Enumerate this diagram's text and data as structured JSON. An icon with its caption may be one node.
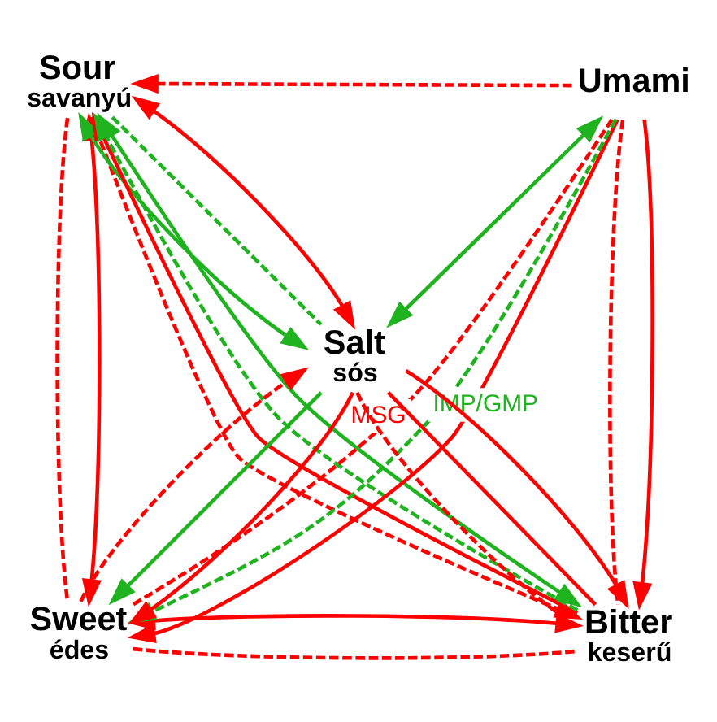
{
  "diagram": {
    "nodes": [
      {
        "text": [
          "Sour",
          "savanyú"
        ]
      },
      {
        "text": [
          "Umami"
        ]
      },
      {
        "text": [
          "Salt",
          "sós"
        ]
      },
      {
        "text": [
          "Sweet",
          "édes"
        ]
      },
      {
        "text": [
          "Bitter",
          "keserű"
        ]
      }
    ],
    "edges": [
      {
        "from": 1,
        "to": 0,
        "arrow": "to",
        "style": "dashed"
      },
      {
        "from": 4,
        "to": 0,
        "arrow": "to"
      },
      {
        "from": 0,
        "to": 2,
        "arrow": "both"
      },
      {
        "from": 0,
        "to": 2,
        "arrow": "both",
        "color": "#1fb31f"
      },
      {
        "from": 0,
        "to": 2,
        "arrow": "none",
        "style": "dashed",
        "color": "#1fb31f"
      },
      {
        "from": 0,
        "to": 4,
        "arrow": "both",
        "color": "#1fb31f"
      },
      {
        "from": 4,
        "to": 0,
        "arrow": "to",
        "style": "dashed",
        "color": "#1fb31f"
      },
      {
        "from": 0,
        "to": 4,
        "arrow": "to",
        "style": "dashed"
      },
      {
        "from": 0,
        "to": 3,
        "arrow": "both"
      },
      {
        "from": 0,
        "to": 3,
        "arrow": "none",
        "style": "dashed"
      },
      {
        "from": 1,
        "to": 2,
        "arrow": "both",
        "color": "#1fb31f"
      },
      {
        "from": 1,
        "to": 4,
        "arrow": "to"
      },
      {
        "from": 1,
        "to": 4,
        "arrow": "none",
        "style": "dashed"
      },
      {
        "from": 2,
        "to": 3,
        "arrow": "to"
      },
      {
        "from": 3,
        "to": 2,
        "arrow": "to",
        "style": "dashed"
      },
      {
        "from": 2,
        "to": 3,
        "arrow": "to",
        "color": "#1fb31f"
      },
      {
        "from": 2,
        "to": 4,
        "arrow": "to"
      },
      {
        "from": 2,
        "to": 4,
        "arrow": "none",
        "style": "dashed"
      },
      {
        "from": 2,
        "to": 4,
        "arrow": "none"
      },
      {
        "from": 3,
        "to": 4,
        "arrow": "both"
      },
      {
        "from": 3,
        "to": 4,
        "arrow": "none",
        "style": "dashed"
      },
      {
        "from": 1,
        "to": 3,
        "arrow": "to"
      },
      {
        "from": 1,
        "to": 3,
        "arrow": "none",
        "style": "dashed",
        "label": "MSG"
      },
      {
        "from": 1,
        "to": 3,
        "arrow": "to",
        "style": "dashed",
        "color": "#1fb31f",
        "label": "IMP/GMP"
      }
    ]
  }
}
